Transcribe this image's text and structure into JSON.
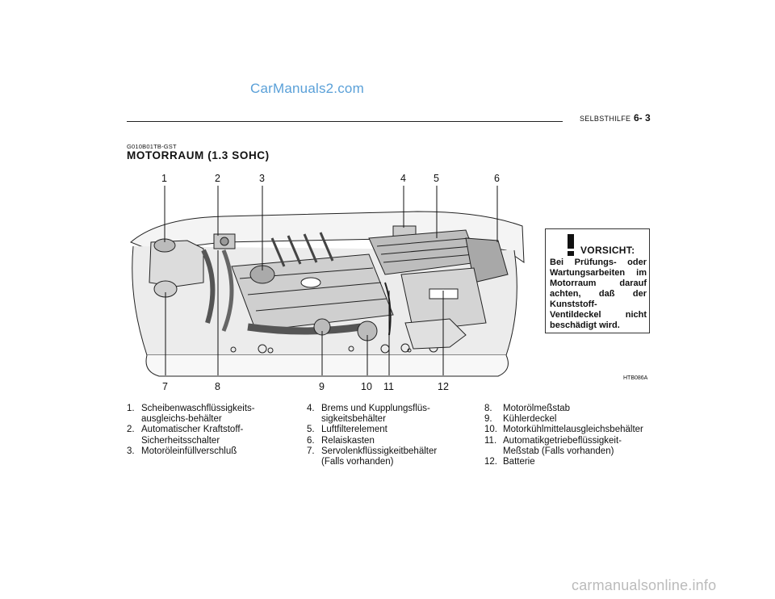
{
  "watermark_top": "CarManuals2.com",
  "watermark_bottom": "carmanualsonline.info",
  "header": {
    "section": "SELBSTHILFE",
    "page": "6- 3"
  },
  "doc_code": "G010B01TB-GST",
  "title": "MOTORRAUM (1.3 SOHC)",
  "figure_code": "HTB086A",
  "callouts_top": [
    "1",
    "2",
    "3",
    "4",
    "5",
    "6"
  ],
  "callouts_bottom": [
    "7",
    "8",
    "9",
    "10",
    "11",
    "12"
  ],
  "caution": {
    "title": "VORSICHT:",
    "body": "Bei Prüfungs- oder Wartungsarbeiten im Motorraum darauf achten, daß der Kunststoff-Ventildeckel nicht beschädigt wird."
  },
  "legend": {
    "col1": [
      {
        "n": "1.",
        "text": "Scheibenwaschflüssigkeits-ausgleichs-behälter"
      },
      {
        "n": "2.",
        "text": "Automatischer Kraftstoff-Sicherheitsschalter"
      },
      {
        "n": "3.",
        "text": "Motoröleinfüllverschluß"
      }
    ],
    "col2": [
      {
        "n": "4.",
        "text": "Brems und Kupplungsflüs-sigkeitsbehälter"
      },
      {
        "n": "5.",
        "text": "Luftfilterelement"
      },
      {
        "n": "6.",
        "text": "Relaiskasten"
      },
      {
        "n": "7.",
        "text": "Servolenkflüssigkeitbehälter (Falls vorhanden)"
      }
    ],
    "col3": [
      {
        "n": "8.",
        "text": "Motorölmeßstab"
      },
      {
        "n": "9.",
        "text": "Kühlerdeckel"
      },
      {
        "n": "10.",
        "text": "Motorkühlmittelausgleichsbehälter"
      },
      {
        "n": "11.",
        "text": "Automatikgetriebeflüssigkeit-Meßstab (Falls vorhanden)"
      },
      {
        "n": "12.",
        "text": "Batterie"
      }
    ]
  }
}
